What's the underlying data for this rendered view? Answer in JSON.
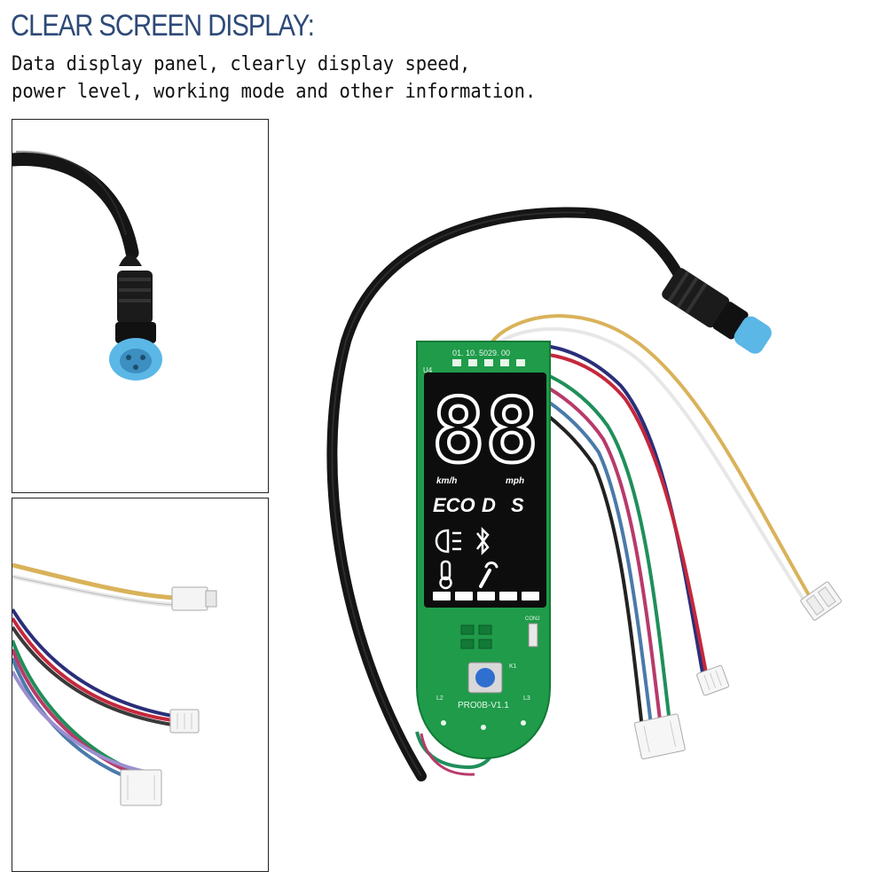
{
  "heading": {
    "title": "CLEAR SCREEN DISPLAY:"
  },
  "description": {
    "text": "Data display panel, clearly display speed,\npower level, working mode and other information."
  },
  "display": {
    "speed_digits": "88",
    "unit_kmh": "km/h",
    "unit_mph": "mph",
    "mode_eco": "ECO",
    "mode_d": "D",
    "mode_s": "S",
    "battery_bars": 5
  },
  "pcb": {
    "top_label": "01. 10. 5029. 00",
    "model_label": "PRO0B-V1.1",
    "u4_label": "U4",
    "k1_label": "K1",
    "l2_label": "L2",
    "l3_label": "L3",
    "con_label": "CON2"
  },
  "colors": {
    "heading": "#2d4a78",
    "pcb_green": "#1f9b4a",
    "connector_blue": "#5bb7e6",
    "cable_black": "#151515"
  }
}
